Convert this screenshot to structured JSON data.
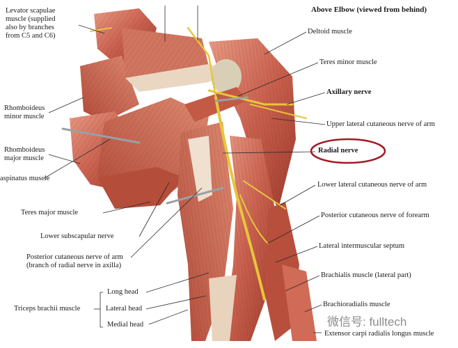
{
  "title": "Above Elbow (viewed from behind)",
  "labels_left": {
    "levator_line1": "Levator scapulae",
    "levator_line2": "muscle (supplied",
    "levator_line3": "also by branches",
    "levator_line4": "from C5 and C6)",
    "rhomb_minor_line1": "Rhomboideus",
    "rhomb_minor_line2": "minor muscle",
    "rhomb_major_line1": "Rhomboideus",
    "rhomb_major_line2": "major muscle",
    "infraspinatus": "aspinatus muscle",
    "teres_major": "Teres major muscle",
    "lower_subscapular": "Lower subscapular nerve",
    "post_cut_arm_line1": "Posterior cutaneous nerve of arm",
    "post_cut_arm_line2": "(branch of radial nerve in axilla)",
    "triceps": "Triceps brachii muscle",
    "long_head": "Long head",
    "lateral_head": "Lateral head",
    "medial_head": "Medial head"
  },
  "labels_right": {
    "deltoid": "Deltoid muscle",
    "teres_minor": "Teres minor muscle",
    "axillary": "Axillary nerve",
    "upper_lat_cut": "Upper lateral cutaneous nerve of arm",
    "radial": "Radial nerve",
    "lower_lat_cut": "Lower lateral cutaneous nerve of arm",
    "post_cut_forearm": "Posterior cutaneous nerve of forearm",
    "lat_intermuscular": "Lateral intermuscular septum",
    "brachialis": "Brachialis muscle (lateral part)",
    "brachioradialis": "Brachioradialis muscle",
    "ext_carpi": "Extensor carpi radialis longus muscle"
  },
  "watermark": "微信号: fulltech",
  "colors": {
    "muscle": "#c8604e",
    "muscle_dark": "#9e3b2c",
    "muscle_light": "#e2907a",
    "tendon": "#efe0cf",
    "nerve": "#e8c53a",
    "bone": "#d9cfb6",
    "leader": "#2a2a2a",
    "highlight": "#a01a24"
  }
}
